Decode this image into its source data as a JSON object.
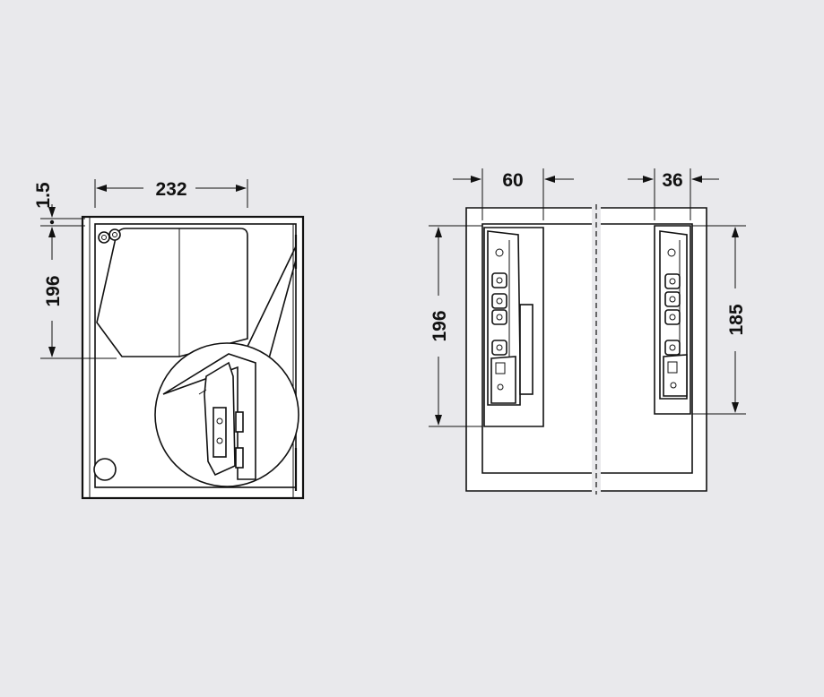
{
  "colors": {
    "background": "#e9e9ec",
    "line": "#111111",
    "panel": "#ffffff"
  },
  "left_view": {
    "dims": {
      "width": "232",
      "height": "196",
      "offset": "1.5"
    }
  },
  "right_view": {
    "dims": {
      "left_width": "60",
      "right_width": "36",
      "left_height": "196",
      "right_height": "185"
    }
  }
}
